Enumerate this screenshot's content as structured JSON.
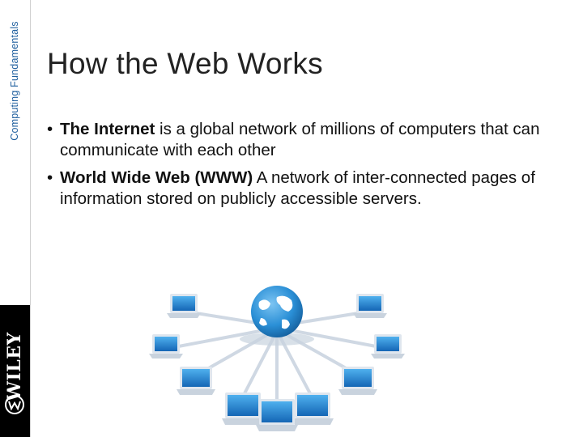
{
  "sidebar": {
    "course_title": "Computing Fundamentals",
    "publisher": "WILEY"
  },
  "slide": {
    "title": "How the Web Works",
    "bullets": [
      {
        "marker": "•",
        "term": "The Internet",
        "text": " is a global network of millions of computers that can communicate with each other"
      },
      {
        "marker": "•",
        "term": "World Wide Web (WWW)",
        "text": " A network of inter-connected pages of information stored on publicly accessible servers."
      }
    ]
  },
  "illustration": {
    "icons": [
      "globe-icon",
      "laptop-icon"
    ],
    "colors": {
      "globe": "#2a8fd6",
      "laptop_screen": "#1e88d8",
      "laptop_body": "#dfe6ee",
      "cable": "#cfd8e3"
    }
  }
}
